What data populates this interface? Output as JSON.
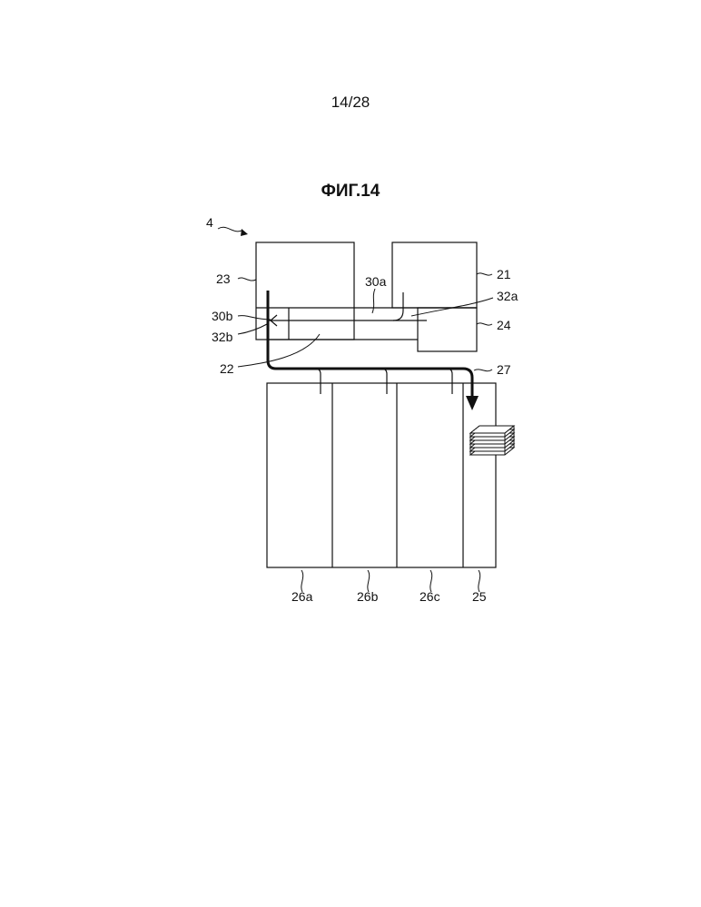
{
  "header": {
    "page_number": "14/28"
  },
  "figure": {
    "title": "ФИГ.14",
    "labels": {
      "device": "4",
      "l23": "23",
      "l21": "21",
      "l30a": "30a",
      "l32a": "32a",
      "l30b": "30b",
      "l32b": "32b",
      "l24": "24",
      "l22": "22",
      "l27": "27",
      "l26a": "26a",
      "l26b": "26b",
      "l26c": "26c",
      "l25": "25"
    }
  }
}
